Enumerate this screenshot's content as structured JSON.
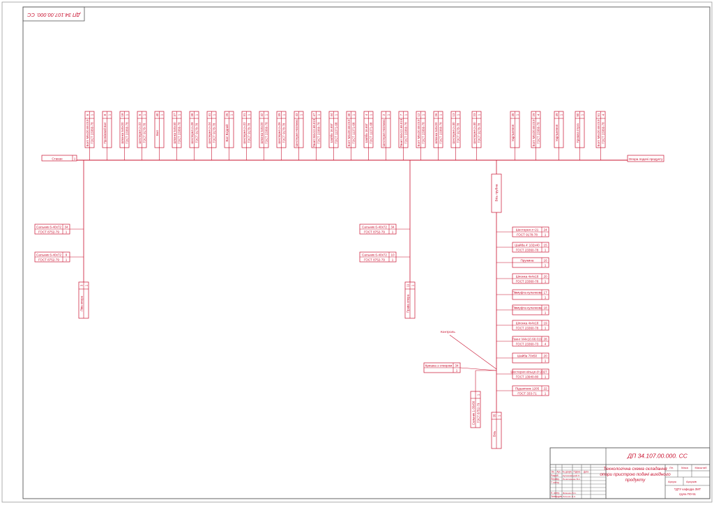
{
  "colors": {
    "frame": "#555555",
    "ink": "#c8102e",
    "bg": "#ffffff"
  },
  "sheet": {
    "doc_code": "ДП 34.107.00.000. СС",
    "mirror_code": "ДП 34.107.00.000. СС"
  },
  "scheme": {
    "main_start": {
      "label": "Стакан",
      "pos": "1"
    },
    "main_end": {
      "label": "Опора подачі продукту"
    },
    "top_items": [
      {
        "name": "Болт М6х20.68.019",
        "std": "ГОСТ 23360-78",
        "pos": "6",
        "qty": "1"
      },
      {
        "name": "Проміжний вал",
        "std": "",
        "pos": "8",
        "qty": "1"
      },
      {
        "name": "Шпонка 5х5х20",
        "std": "ГОСТ 23360-78",
        "pos": "18",
        "qty": "1"
      },
      {
        "name": "Шестерня z=22",
        "std": "ГОСТ 9178-78",
        "pos": "5",
        "qty": "1"
      },
      {
        "name": "Вал",
        "std": "",
        "pos": "40",
        "qty": "1"
      },
      {
        "name": "Шпонка 5х5х40",
        "std": "ГОСТ 23360-78",
        "pos": "37",
        "qty": "1"
      },
      {
        "name": "Шестерня z=28",
        "std": "ГОСТ 9178-78",
        "pos": "38",
        "qty": "1"
      },
      {
        "name": "Шестерня z=24",
        "std": "ГОСТ 9178-78",
        "pos": "41",
        "qty": "1"
      },
      {
        "name": "Вал Вхідний",
        "std": "",
        "pos": "25",
        "qty": "1"
      },
      {
        "name": "Шестерня z=22",
        "std": "ГОСТ 9178-78",
        "pos": "31",
        "qty": "1"
      },
      {
        "name": "Шпонка 5х5х20",
        "std": "ГОСТ 23360-78",
        "pos": "42",
        "qty": "1"
      },
      {
        "name": "Шестерня z=26",
        "std": "ГОСТ 9178-78",
        "pos": "39",
        "qty": "1"
      },
      {
        "name": "Шестерня Натяжна",
        "std": "",
        "pos": "43",
        "qty": "1"
      },
      {
        "name": "Гвинт М4х12.68.019",
        "std": "ГОСТ 23360-78",
        "pos": "47",
        "qty": "1"
      },
      {
        "name": "Шайба 16.65Г",
        "std": "ГОСТ 11371-68",
        "pos": "44",
        "qty": "1"
      },
      {
        "name": "Болт М4х20.68.019",
        "std": "ГОСТ 11371-68",
        "pos": "30",
        "qty": "1"
      },
      {
        "name": "Шайба 16.65Г",
        "std": "ГОСТ 11371-68",
        "pos": "4",
        "qty": "1"
      },
      {
        "name": "Шестерня Натяжна",
        "std": "",
        "pos": "2",
        "qty": "1"
      },
      {
        "name": "Гвинт М4х12.68.019",
        "std": "ГОСТ 23360-78",
        "pos": "7",
        "qty": "1"
      },
      {
        "name": "Болт М6х20.68.019",
        "std": "ГОСТ 23360-78",
        "pos": "12",
        "qty": "1"
      },
      {
        "name": "Шпонка 5х5х20",
        "std": "ГОСТ 23360-78",
        "pos": "26",
        "qty": "1"
      },
      {
        "name": "Шестерня z=30",
        "std": "ГОСТ 9178-78",
        "pos": "13",
        "qty": "1"
      },
      {
        "name": "Шестерня z=30",
        "std": "ГОСТ 9178-78",
        "pos": "23",
        "qty": "1"
      },
      {
        "name": "Ущільнення",
        "std": "",
        "pos": "45",
        "qty": "1"
      },
      {
        "name": "Болт М6х20.68.019",
        "std": "ГОСТ 23360-78",
        "pos": "29",
        "qty": "4"
      },
      {
        "name": "Ущільнення",
        "std": "",
        "pos": "49",
        "qty": "1"
      },
      {
        "name": "Кришка глуха",
        "std": "",
        "pos": "50",
        "qty": "1"
      },
      {
        "name": "Болт М6х20.68.019",
        "std": "ГОСТ 23360-78",
        "pos": "51",
        "qty": "4"
      }
    ],
    "left_items": [
      {
        "name": "Сальник 6-40х72",
        "std": "ГОСТ 8752-79",
        "pos": "34",
        "qty": "1"
      },
      {
        "name": "Сальник 6-40х72",
        "std": "ГОСТ 8752-79",
        "pos": "9",
        "qty": "1"
      }
    ],
    "left_node": {
      "label": "Ліва опора",
      "pos": "3",
      "qty": "1"
    },
    "mid_items": [
      {
        "name": "Сальник 6-40х72",
        "std": "ГОСТ 8752-79",
        "pos": "34",
        "qty": "1"
      },
      {
        "name": "Сальник 6-40х72",
        "std": "ГОСТ 8752-79",
        "pos": "10",
        "qty": "1"
      }
    ],
    "mid_node": {
      "label": "Права опора",
      "pos": "11",
      "qty": "1"
    },
    "sub_node": {
      "label": "Вісь трубна"
    },
    "right_items": [
      {
        "name": "Шестерня z=21",
        "std": "ГОСТ 9178-78",
        "pos": "24",
        "qty": "1"
      },
      {
        "name": "Шайба 4' 102х40",
        "std": "ГОСТ 23360-78",
        "pos": "15",
        "qty": "1"
      },
      {
        "name": "Пружина",
        "std": "",
        "pos": "16",
        "qty": "1"
      },
      {
        "name": "Шпонка 4х4х18",
        "std": "ГОСТ 23360-78",
        "pos": "20",
        "qty": "1"
      },
      {
        "name": "Півмуфта кулачкова",
        "std": "",
        "pos": "17",
        "qty": "1"
      },
      {
        "name": "Півмуфта кулачкова",
        "std": "",
        "pos": "18",
        "qty": "1"
      },
      {
        "name": "Шпонка 4х4х18",
        "std": "ГОСТ 23360-78",
        "pos": "19",
        "qty": "1"
      },
      {
        "name": "Гвинт М4х10.68.019",
        "std": "ГОСТ 23360-73",
        "pos": "28",
        "qty": "4"
      },
      {
        "name": "Шайба 70х50",
        "std": "",
        "pos": "20",
        "qty": "1"
      },
      {
        "name": "Шестерня кільця d=20",
        "std": "ГОСТ 13940-80",
        "pos": "27",
        "qty": "1"
      },
      {
        "name": "Підшипник 1205",
        "std": "ГОСТ 333-71",
        "pos": "22",
        "qty": "1"
      }
    ],
    "control_label": "Контроль",
    "cover_item": {
      "name": "Кришка з отвором",
      "pos": "34",
      "qty": "1"
    },
    "vertical_item": {
      "name": "Сальник 1-35х50",
      "std": "ГОСТ 8752-79",
      "pos": "",
      "qty": "1"
    },
    "axle_node": {
      "label": "Вісь",
      "pos": "35",
      "qty": "1"
    }
  },
  "title_block": {
    "doc_code": "ДП 34.107.00.000. СС",
    "title_lines": [
      "Технологічна схема складання",
      "опори пристрою подачі вихідного",
      "продукту"
    ],
    "col_headers": [
      "Зм.",
      "Арк.",
      "№ докум.",
      "Підпис",
      "Дата"
    ],
    "row_labels": [
      "Розроб.",
      "Перевір.",
      "Т. контр.",
      "Н. контр.",
      "Затвердив"
    ],
    "names": [
      "Кулачковський Л.",
      "Нечипоренко В.А.",
      "",
      "Фоменко В.А.",
      "Лисенко О.А."
    ],
    "lit_header": "Літ.",
    "mass_header": "Маса",
    "scale_header": "Масштаб",
    "sheet_label": "Аркуш",
    "sheets_label": "Аркушів",
    "org_lines": [
      "ТДТУ кафедра ЗМТ",
      "група ПО-51"
    ]
  }
}
